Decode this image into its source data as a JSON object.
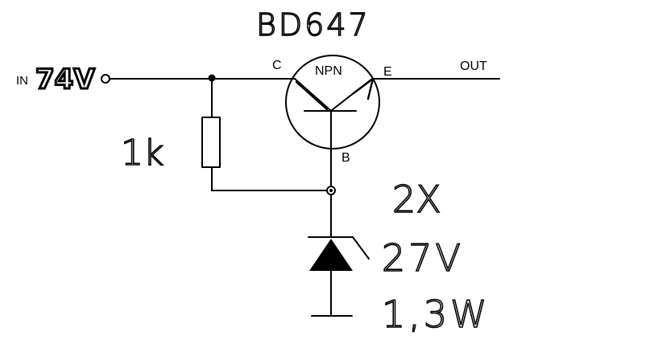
{
  "diagram": {
    "transistor_part": "BD647",
    "transistor_type": "NPN",
    "pin_c": "C",
    "pin_e": "E",
    "pin_b": "B",
    "input_label": "IN",
    "input_voltage": "74V",
    "output_label": "OUT",
    "resistor_value": "1k",
    "zener_count": "2X",
    "zener_voltage": "27V",
    "zener_power": "1,3W"
  }
}
